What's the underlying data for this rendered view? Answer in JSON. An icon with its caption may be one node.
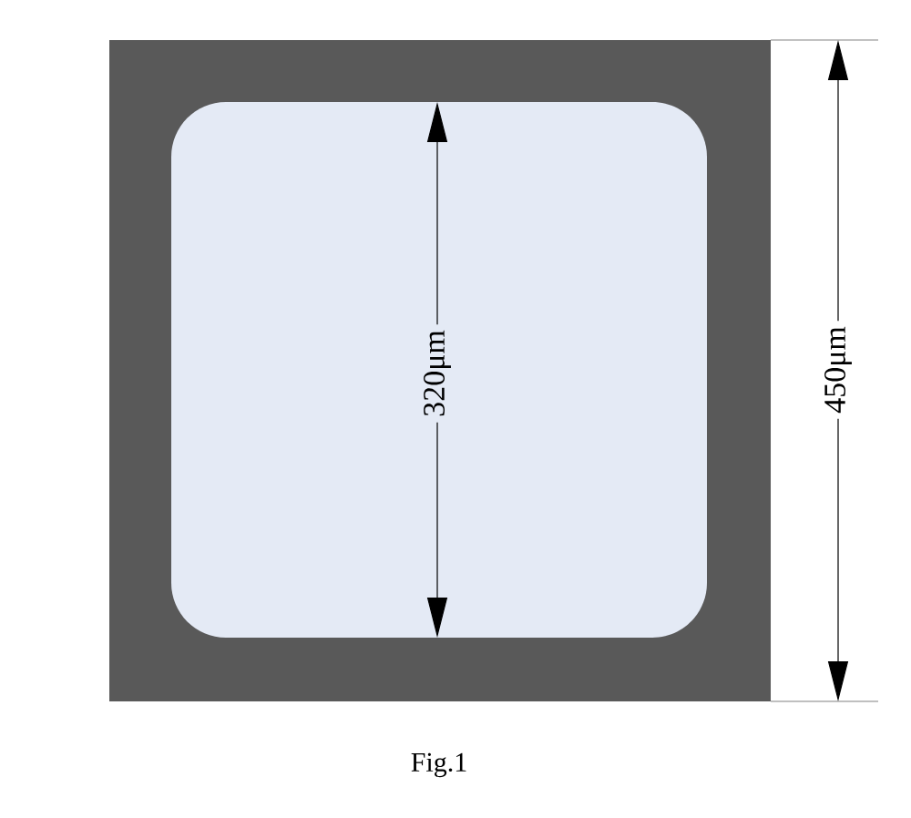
{
  "diagram": {
    "caption": "Fig.1",
    "nodes": [
      {
        "text": [],
        "shape": "box"
      },
      {
        "text": [],
        "shape": "box",
        "in": 0
      }
    ],
    "labels": [
      "320μm",
      "450μm"
    ]
  }
}
